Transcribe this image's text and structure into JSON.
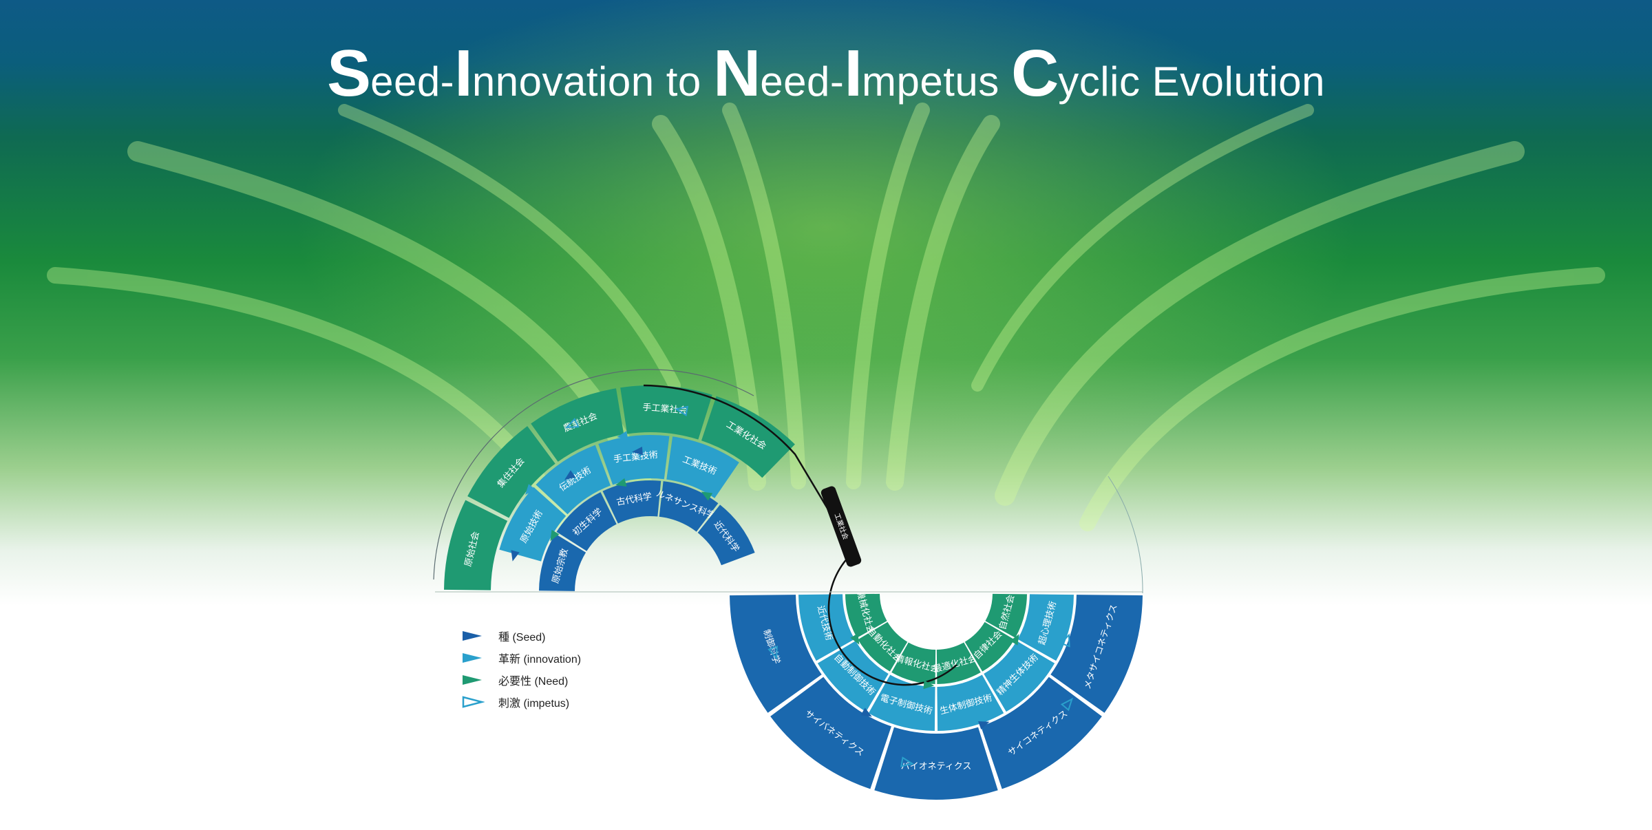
{
  "title": {
    "segments": [
      {
        "text": "S",
        "cap": true
      },
      {
        "text": "eed-",
        "cap": false
      },
      {
        "text": "I",
        "cap": true
      },
      {
        "text": "nnovation to ",
        "cap": false
      },
      {
        "text": "N",
        "cap": true
      },
      {
        "text": "eed-",
        "cap": false
      },
      {
        "text": "I",
        "cap": true
      },
      {
        "text": "mpetus ",
        "cap": false
      },
      {
        "text": "C",
        "cap": true
      },
      {
        "text": "yclic Evolution",
        "cap": false
      }
    ]
  },
  "colors": {
    "society": "#1f9a72",
    "technology": "#2aa0cc",
    "science": "#1a68ae",
    "tri_seed": "#1a5fa8",
    "tri_innovation": "#2aa0cc",
    "tri_need": "#1f9a72",
    "tri_impetus": "#2aa0cc"
  },
  "upper_rings": {
    "society": [
      "原始社会",
      "集住社会",
      "農業社会",
      "手工業社会",
      "工業化社会"
    ],
    "technology": [
      "原始技術",
      "伝統技術",
      "手工業技術",
      "工業技術"
    ],
    "science": [
      "原始宗教",
      "初生科学",
      "古代科学",
      "ルネサンス科学",
      "近代科学"
    ]
  },
  "lower_rings": {
    "society": [
      "機械化社会",
      "自動化社会",
      "情報化社会",
      "最適化社会",
      "自律社会",
      "自然社会"
    ],
    "technology": [
      "近代技術",
      "自動制御技術",
      "電子制御技術",
      "生体制御技術",
      "精神生体技術",
      "超心理技術"
    ],
    "science": [
      "制御科学",
      "サイバネティクス",
      "バイオネティクス",
      "サイコネティクス",
      "メタサイコネティクス"
    ]
  },
  "marker": "工業社会",
  "legend": [
    {
      "key": "seed",
      "label": "種 (Seed)",
      "icon": "filled-triangle-dark"
    },
    {
      "key": "innovation",
      "label": "革新 (innovation)",
      "icon": "filled-triangle-light"
    },
    {
      "key": "need",
      "label": "必要性 (Need)",
      "icon": "filled-triangle-green"
    },
    {
      "key": "impetus",
      "label": "刺激 (impetus)",
      "icon": "outline-triangle"
    }
  ]
}
